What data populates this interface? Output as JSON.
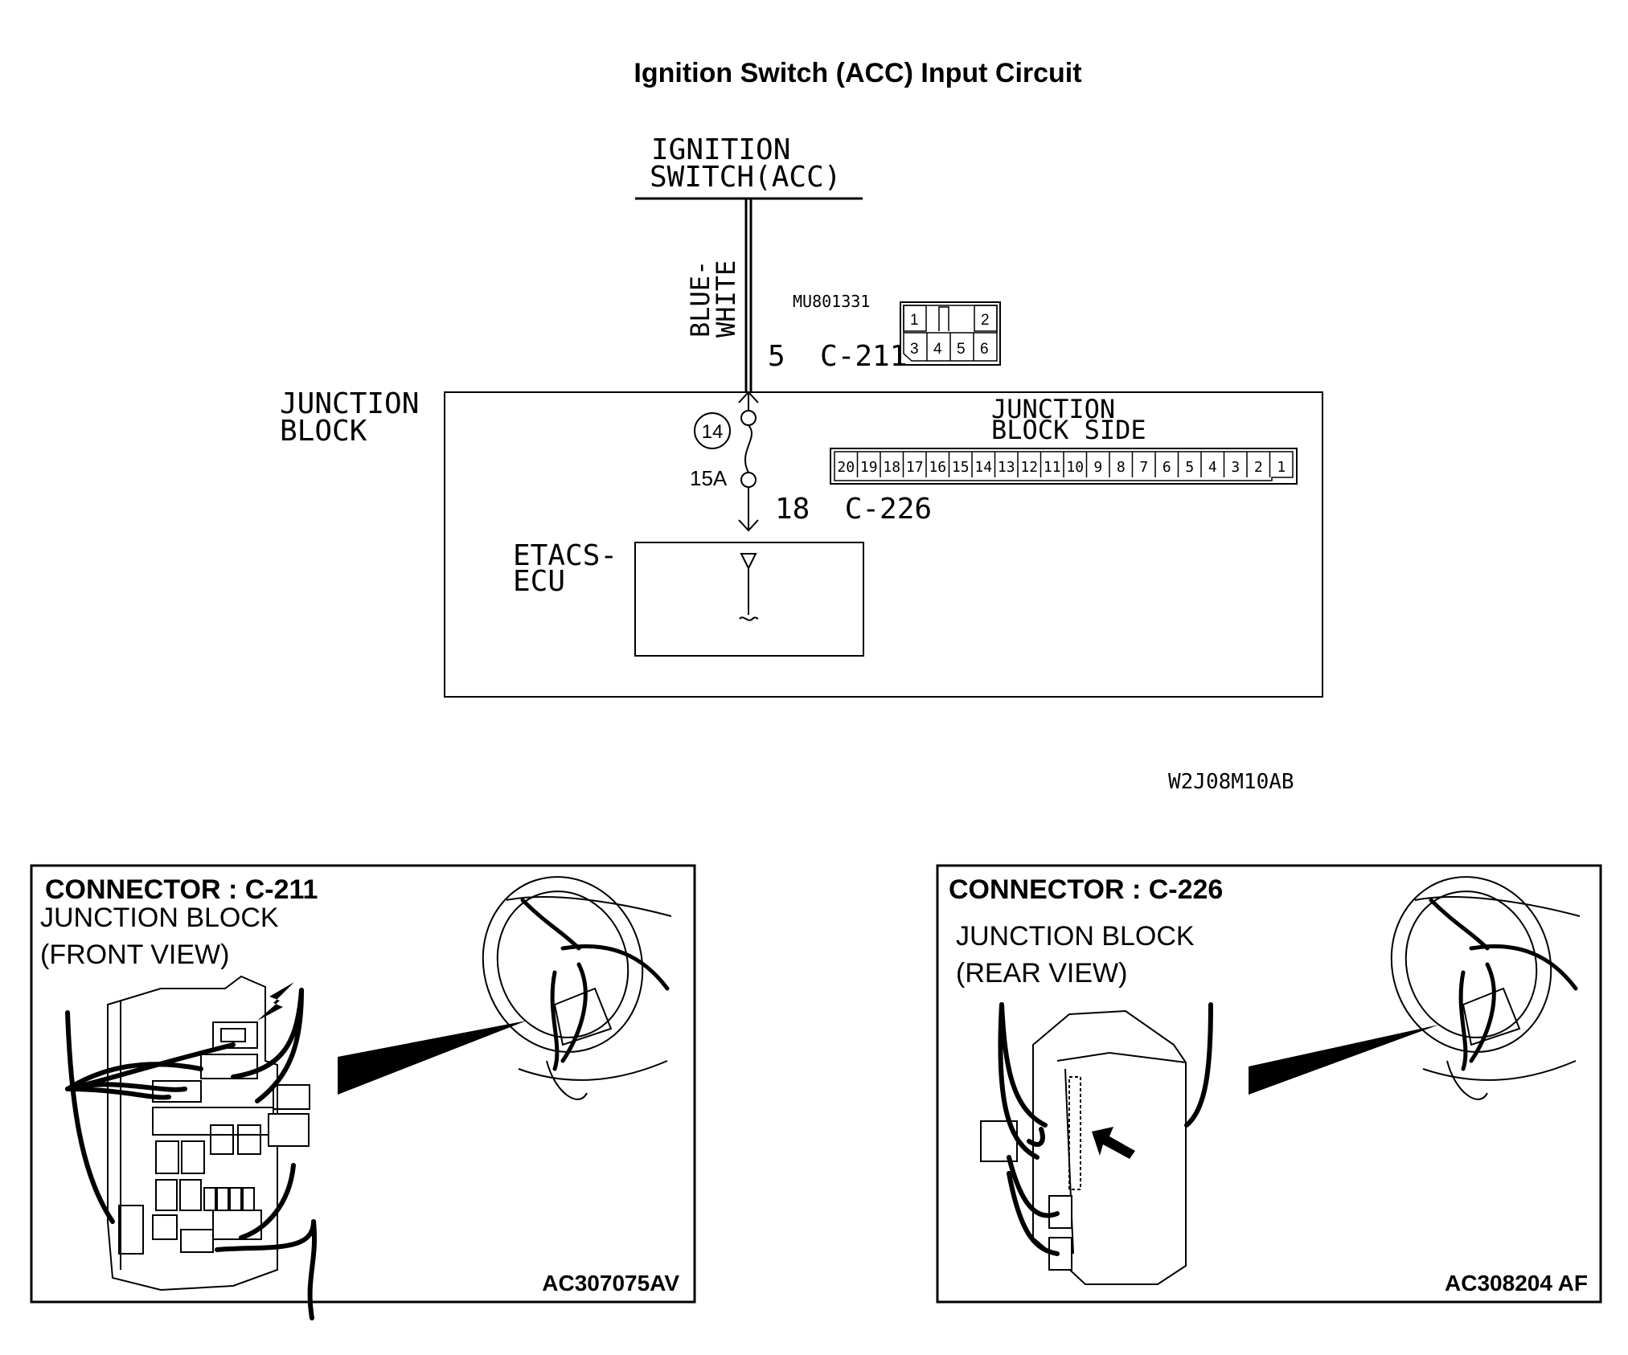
{
  "title": "Ignition Switch (ACC) Input Circuit",
  "schematic": {
    "source_label_line1": "IGNITION",
    "source_label_line2": "SWITCH(ACC)",
    "wire_color_line1": "BLUE-",
    "wire_color_line2": "WHITE",
    "connector_part_number": "MU801331",
    "connector_c211_pins": [
      "1",
      "2",
      "3",
      "4",
      "5",
      "6"
    ],
    "c211_ref": "5  C-211",
    "junction_block_line1": "JUNCTION",
    "junction_block_line2": "BLOCK",
    "fuse_number": "14",
    "fuse_rating": "15A",
    "c226_ref": "18  C-226",
    "jb_side_line1": "JUNCTION",
    "jb_side_line2": "BLOCK SIDE",
    "jb_side_pins": [
      "20",
      "19",
      "18",
      "17",
      "16",
      "15",
      "14",
      "13",
      "12",
      "11",
      "10",
      "9",
      "8",
      "7",
      "6",
      "5",
      "4",
      "3",
      "2",
      "1"
    ],
    "ecu_line1": "ETACS-",
    "ecu_line2": "ECU",
    "figure_code": "W2J08M10AB"
  },
  "panels": [
    {
      "heading": "CONNECTOR : C-211",
      "caption_line1": "JUNCTION BLOCK",
      "caption_line2": "(FRONT VIEW)",
      "code": "AC307075AV"
    },
    {
      "heading": "CONNECTOR : C-226",
      "caption_line1": "JUNCTION BLOCK",
      "caption_line2": "(REAR VIEW)",
      "code": "AC308204 AF"
    }
  ]
}
